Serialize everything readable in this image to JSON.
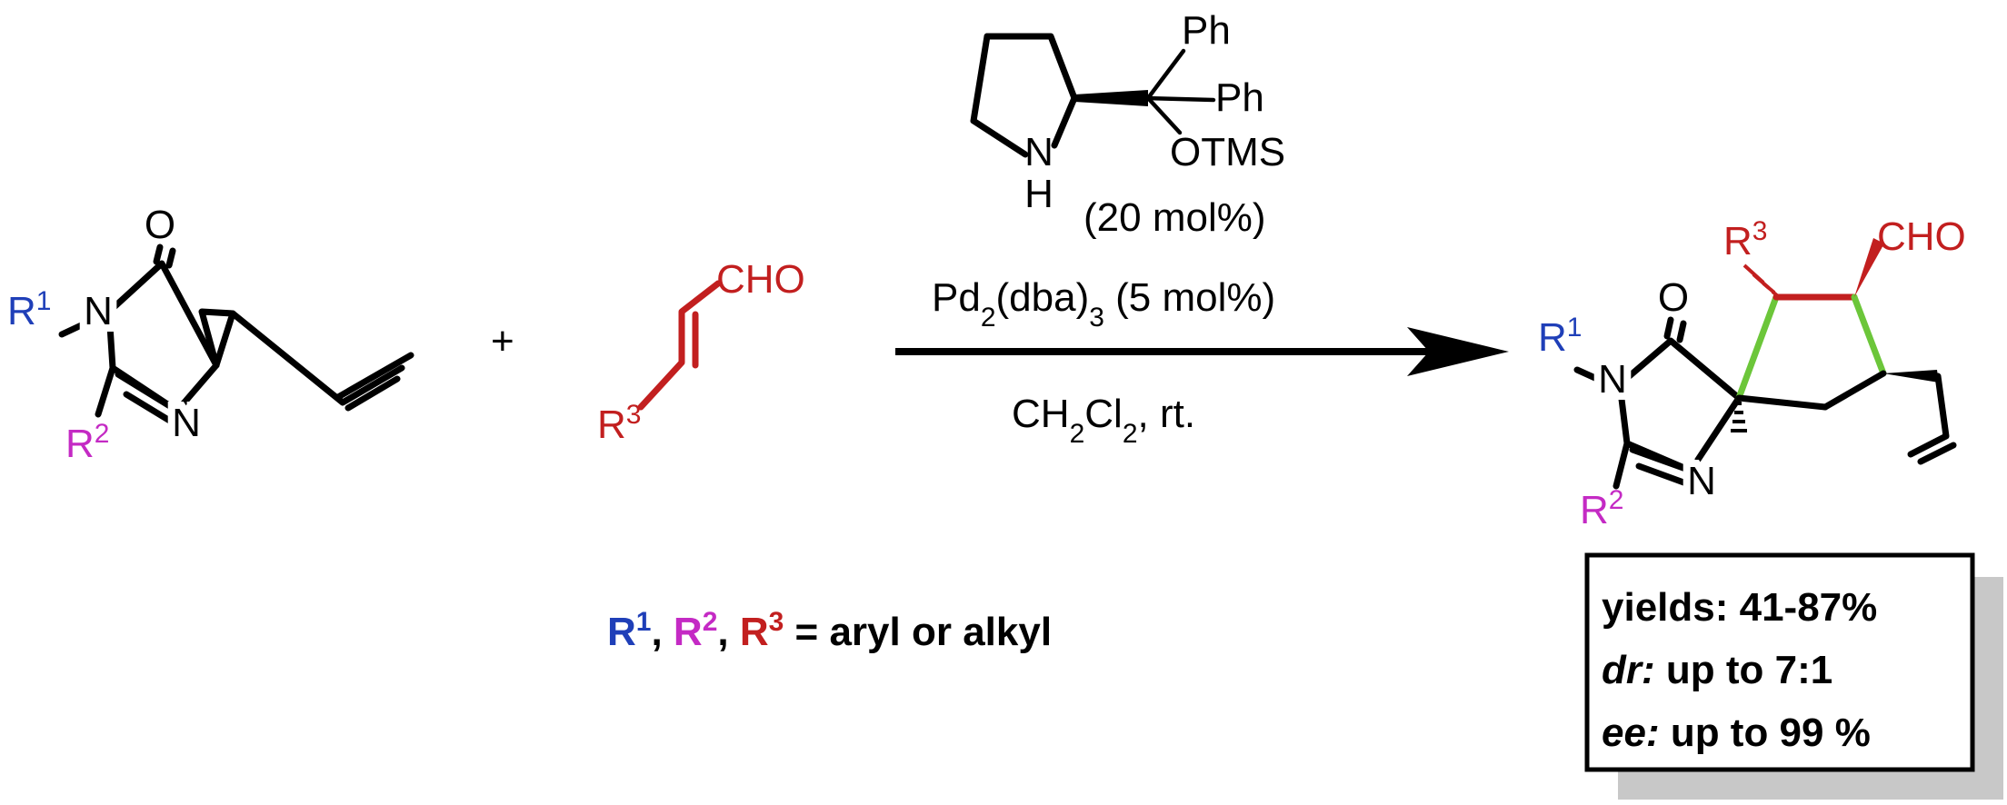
{
  "colors": {
    "r1": "#1f3fb8",
    "r2": "#c42ac4",
    "r3": "#c21f1f",
    "new_bond": "#6cc63a",
    "black": "#000000",
    "shadow": "#c8c8c8"
  },
  "reactant1": {
    "O": "O",
    "N1": "N",
    "N2": "N",
    "R1": "R",
    "R1_sup": "1",
    "R2": "R",
    "R2_sup": "2"
  },
  "plus": "+",
  "reactant2": {
    "CHO": "CHO",
    "R3": "R",
    "R3_sup": "3"
  },
  "catalyst": {
    "Ph1": "Ph",
    "Ph2": "Ph",
    "N": "N",
    "H": "H",
    "OTMS": "OTMS",
    "loading": "(20 mol%)",
    "pd_a": "Pd",
    "pd_sub1": "2",
    "pd_b": "(dba)",
    "pd_sub2": "3",
    "pd_c": " (5 mol%)",
    "solv_a": "CH",
    "solv_sub1": "2",
    "solv_b": "Cl",
    "solv_sub2": "2",
    "solv_c": ", rt."
  },
  "product": {
    "O": "O",
    "N1": "N",
    "N2": "N",
    "R1": "R",
    "R1_sup": "1",
    "R2": "R",
    "R2_sup": "2",
    "R3": "R",
    "R3_sup": "3",
    "CHO": "CHO"
  },
  "legend": {
    "r1": "R",
    "r1_sup": "1",
    "sep1": ", ",
    "r2": "R",
    "r2_sup": "2",
    "sep2": ", ",
    "r3": "R",
    "r3_sup": "3",
    "rest": " = aryl or alkyl"
  },
  "results": {
    "yields": "yields: 41-87%",
    "dr_label": "dr:",
    "dr_value": " up to 7:1",
    "ee_label": "ee:",
    "ee_value": " up to 99 %"
  }
}
